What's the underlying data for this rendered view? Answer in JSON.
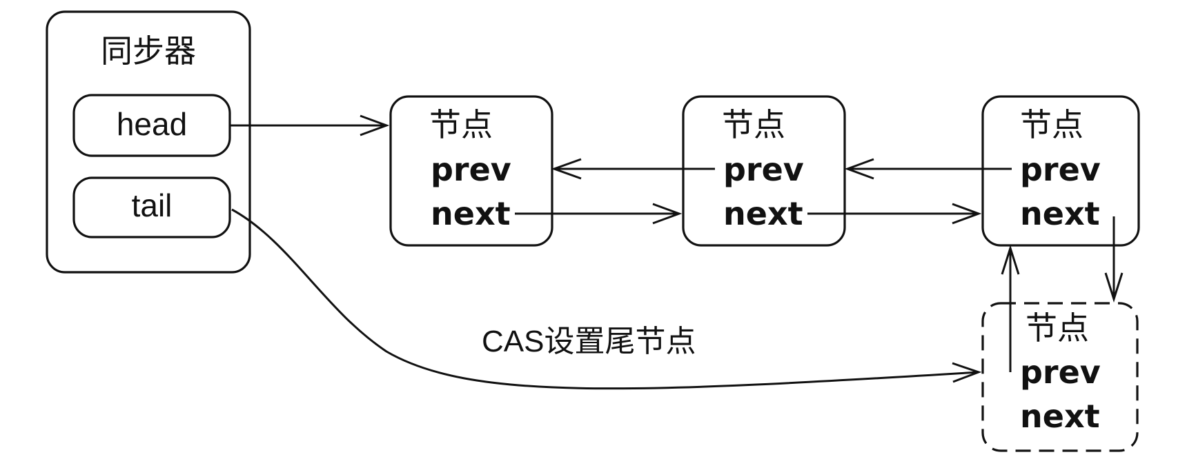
{
  "synchronizer": {
    "title": "同步器",
    "head_label": "head",
    "tail_label": "tail"
  },
  "nodes": [
    {
      "title": "节点",
      "prev": "prev",
      "next": "next"
    },
    {
      "title": "节点",
      "prev": "prev",
      "next": "next"
    },
    {
      "title": "节点",
      "prev": "prev",
      "next": "next"
    }
  ],
  "new_node": {
    "title": "节点",
    "prev": "prev",
    "next": "next"
  },
  "cas_label": "CAS设置尾节点"
}
